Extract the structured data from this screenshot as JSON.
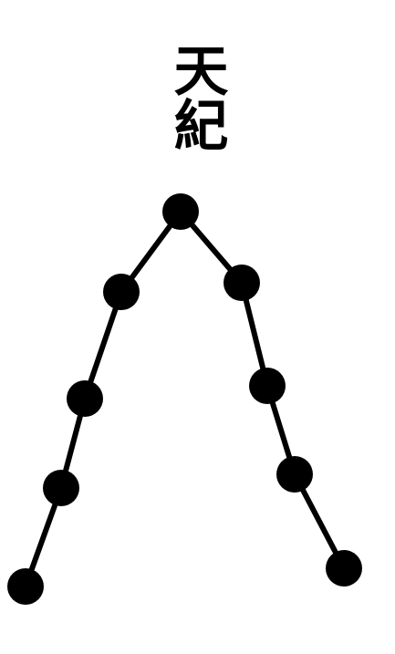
{
  "title": "天紀",
  "colors": {
    "ink": "#000000",
    "background": "#ffffff"
  },
  "diagram": {
    "shape": "inverted-v",
    "node_count": 9,
    "apex_count": 1,
    "left_branch_count": 4,
    "right_branch_count": 4
  }
}
